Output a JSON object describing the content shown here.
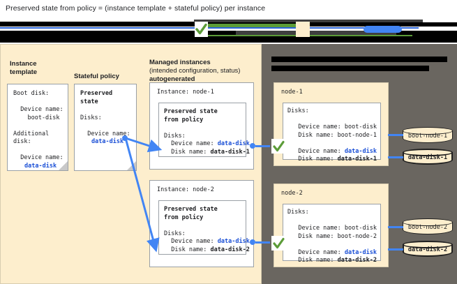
{
  "title": "Preserved state from policy = (instance template + stateful policy) per instance",
  "columns": {
    "instance_template": {
      "heading_line1": "Instance",
      "heading_line2": "template",
      "card_text": "Boot disk:\n\n  Device name:\n    boot-disk\n\nAdditional\ndisk:\n\n  Device name:"
    },
    "stateful_policy": {
      "heading": "Stateful policy",
      "card_bold_line1": "Preserved",
      "card_bold_line2": "state",
      "card_text": "Disks:\n\n  Device name:"
    },
    "managed_instances": {
      "heading_line1": "Managed instances",
      "heading_line2": "(intended configuration, status)",
      "heading_line3": "autogenerated"
    }
  },
  "disk_value": "data-disk",
  "instances": [
    {
      "label": "Instance: node-1",
      "preserved_line1": "Preserved state",
      "preserved_line2": "from policy",
      "disks_label": "Disks:",
      "device_name_label": "  Device name: ",
      "device_name_value": "data-disk",
      "disk_name_label": "  Disk name: ",
      "disk_name_value": "data-disk-1"
    },
    {
      "label": "Instance: node-2",
      "preserved_line1": "Preserved state",
      "preserved_line2": "from policy",
      "disks_label": "Disks:",
      "device_name_label": "  Device name: ",
      "device_name_value": "data-disk",
      "disk_name_label": "  Disk name: ",
      "disk_name_value": "data-disk-2"
    }
  ],
  "nodes": [
    {
      "name": "node-1",
      "disks_label": "Disks:",
      "boot_device_line": "   Device name: boot-disk",
      "boot_disk_line": "   Disk name: boot-node-1",
      "data_device_label": "   Device name: ",
      "data_device_value": "data-disk",
      "data_disk_label": "   Disk name: ",
      "data_disk_value": "data-disk-1"
    },
    {
      "name": "node-2",
      "disks_label": "Disks:",
      "boot_device_line": "   Device name: boot-disk",
      "boot_disk_line": "   Disk name: boot-node-2",
      "data_device_label": "   Device name: ",
      "data_device_value": "data-disk",
      "data_disk_label": "   Disk name: ",
      "data_disk_value": "data-disk-2"
    }
  ],
  "cylinders": [
    {
      "label": "boot-node-1",
      "emphasis": false
    },
    {
      "label": "data-disk-1",
      "emphasis": true
    },
    {
      "label": "boot-node-2",
      "emphasis": false
    },
    {
      "label": "data-disk-2",
      "emphasis": true
    }
  ],
  "colors": {
    "panel_cream": "#fdeecd",
    "panel_gray": "#6a6660",
    "accent_blue": "#4285f4",
    "link_blue": "#1a4fd6",
    "check_green": "#5c9c38",
    "text": "#202124"
  }
}
